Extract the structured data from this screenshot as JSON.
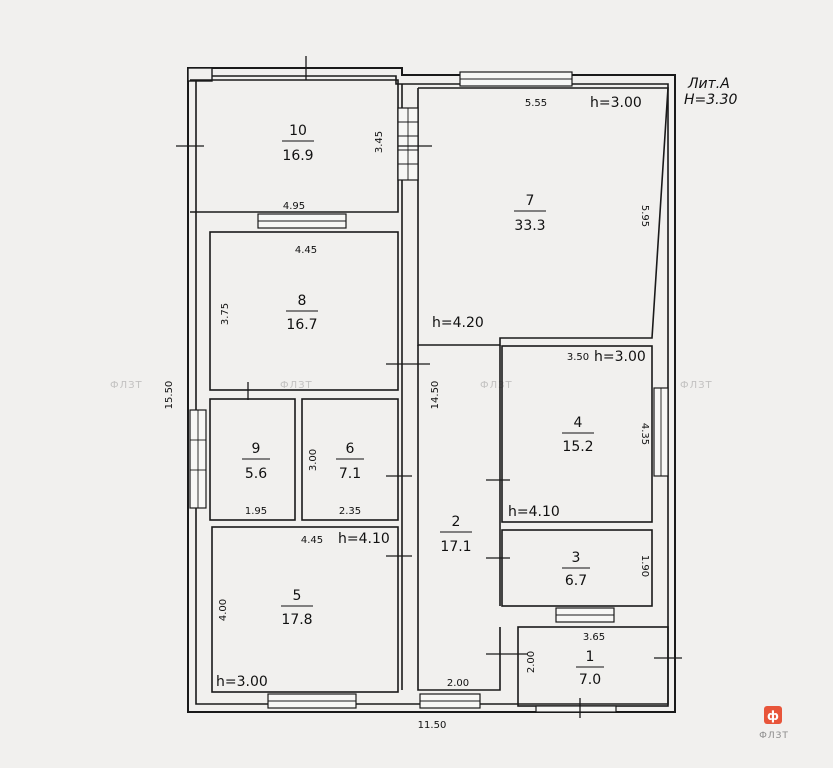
{
  "title": {
    "lit": "Лит.А",
    "height": "H=3.30"
  },
  "rooms": [
    {
      "id": "10",
      "num": "10",
      "area": "16.9"
    },
    {
      "id": "7",
      "num": "7",
      "area": "33.3"
    },
    {
      "id": "8",
      "num": "8",
      "area": "16.7"
    },
    {
      "id": "9",
      "num": "9",
      "area": "5.6"
    },
    {
      "id": "6",
      "num": "6",
      "area": "7.1"
    },
    {
      "id": "4",
      "num": "4",
      "area": "15.2"
    },
    {
      "id": "2",
      "num": "2",
      "area": "17.1"
    },
    {
      "id": "3",
      "num": "3",
      "area": "6.7"
    },
    {
      "id": "5",
      "num": "5",
      "area": "17.8"
    },
    {
      "id": "1",
      "num": "1",
      "area": "7.0"
    }
  ],
  "dimensions": {
    "d_5_55": "5.55",
    "d_3_45": "3.45",
    "d_4_95": "4.95",
    "d_5_95": "5.95",
    "d_4_45_top": "4.45",
    "d_3_75": "3.75",
    "d_15_50": "15.50",
    "d_14_50": "14.50",
    "d_3_50": "3.50",
    "d_4_35": "4.35",
    "d_3_00": "3.00",
    "d_1_95": "1.95",
    "d_2_35": "2.35",
    "d_4_45_bot": "4.45",
    "d_1_90": "1.90",
    "d_4_00": "4.00",
    "d_3_65": "3.65",
    "d_2_00_v": "2.00",
    "d_2_00_h": "2.00",
    "d_11_50": "11.50"
  },
  "heights": {
    "h_7": "h=3.00",
    "h_corr": "h=4.20",
    "h_4": "h=3.00",
    "h_4_low": "h=4.10",
    "h_5_top": "h=4.10",
    "h_5": "h=3.00"
  },
  "watermark": {
    "brand": "ФЛЗТ",
    "glyph": "ф",
    "color": "#e8553a"
  }
}
